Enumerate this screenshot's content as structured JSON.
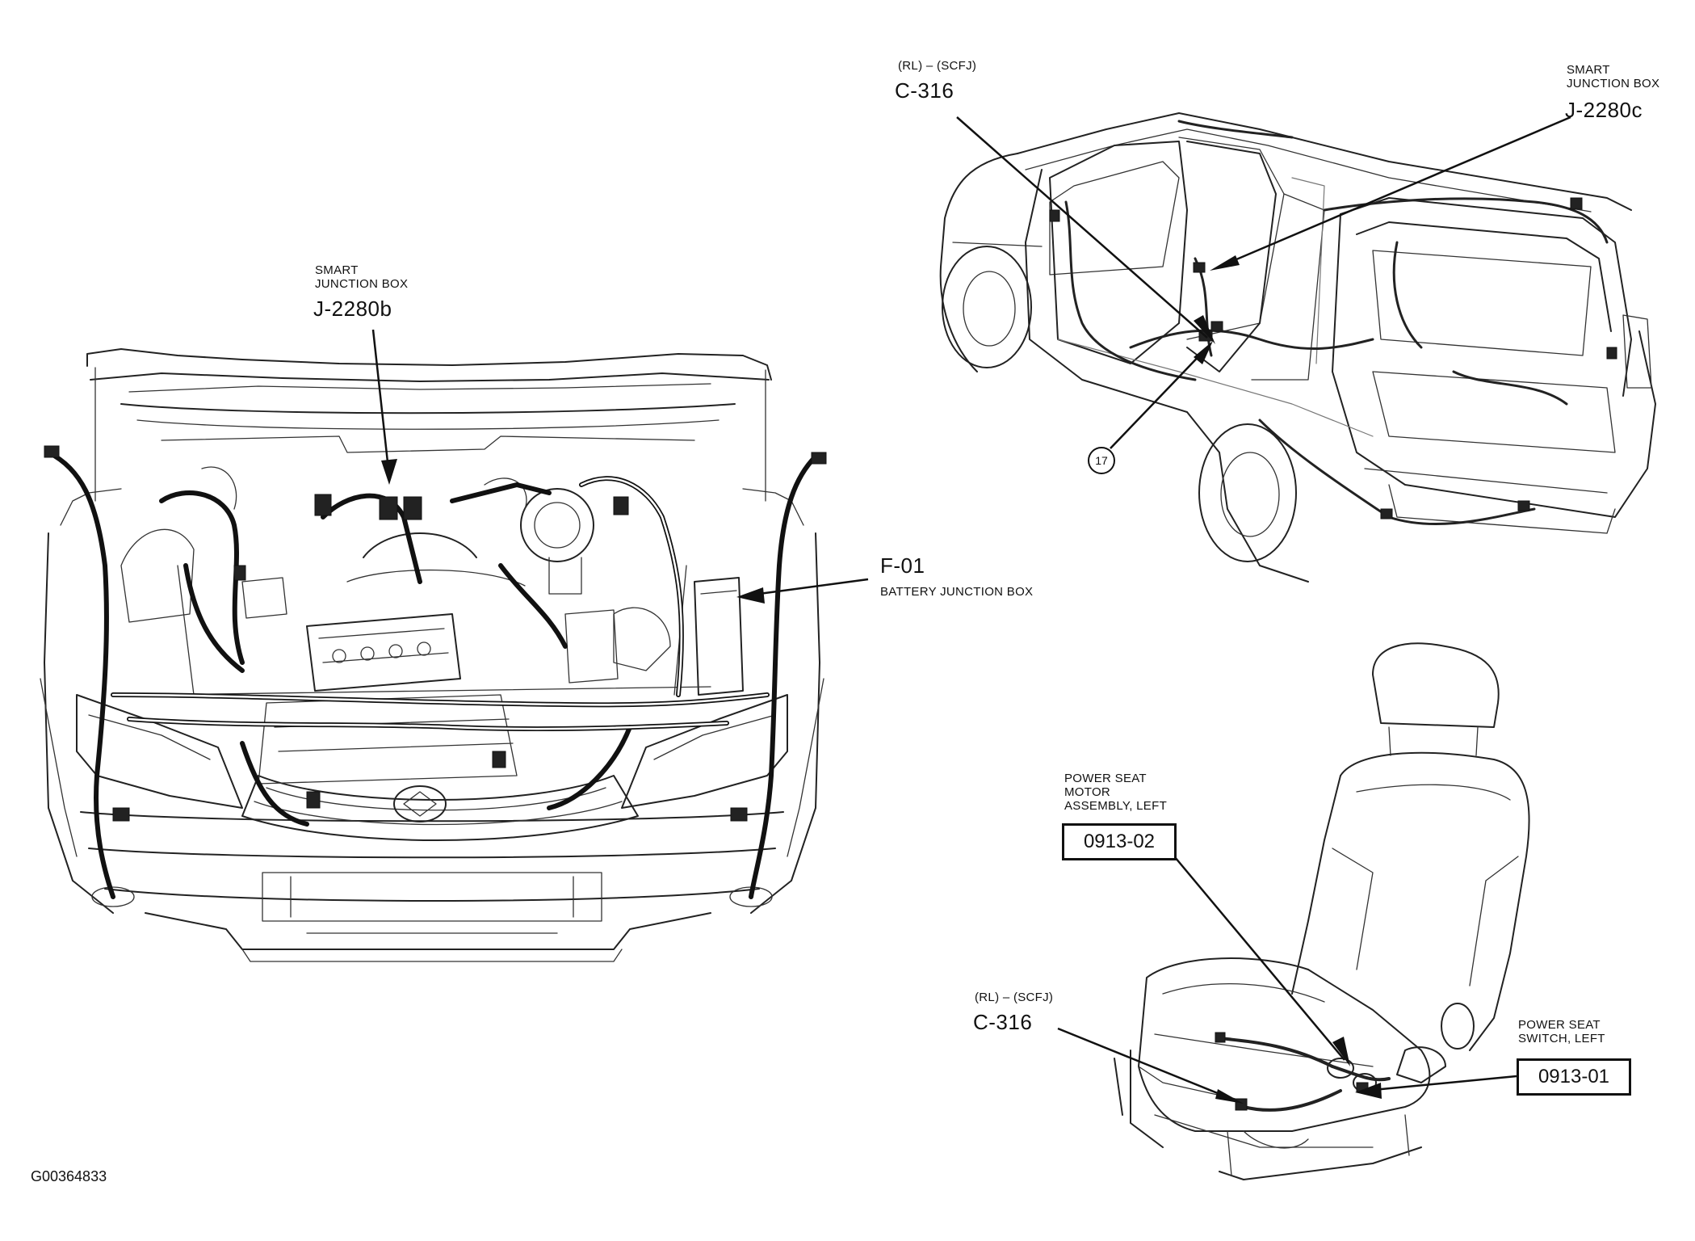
{
  "labels": {
    "j2280b_desc": "SMART\nJUNCTION BOX",
    "j2280b_id": "J-2280b",
    "f01_id": "F-01",
    "f01_desc": "BATTERY  JUNCTION BOX",
    "c316_top_desc": "(RL) – (SCFJ)",
    "c316_top_id": "C-316",
    "j2280c_desc": "SMART\nJUNCTION BOX",
    "j2280c_id": "J-2280c",
    "callout_17": "17",
    "motor_desc": "POWER SEAT\nMOTOR\nASSEMBLY, LEFT",
    "motor_id": "0913-02",
    "c316_bottom_desc": "(RL) – (SCFJ)",
    "c316_bottom_id": "C-316",
    "switch_desc": "POWER SEAT\nSWITCH, LEFT",
    "switch_id": "0913-01",
    "figure_id": "G00364833"
  },
  "colors": {
    "line": "#111111",
    "background": "#ffffff"
  },
  "icons": {
    "engine_bay": "engine-compartment-drawing",
    "vehicle_rear": "suv-rear-three-quarter-drawing",
    "seat": "driver-seat-drawing"
  }
}
